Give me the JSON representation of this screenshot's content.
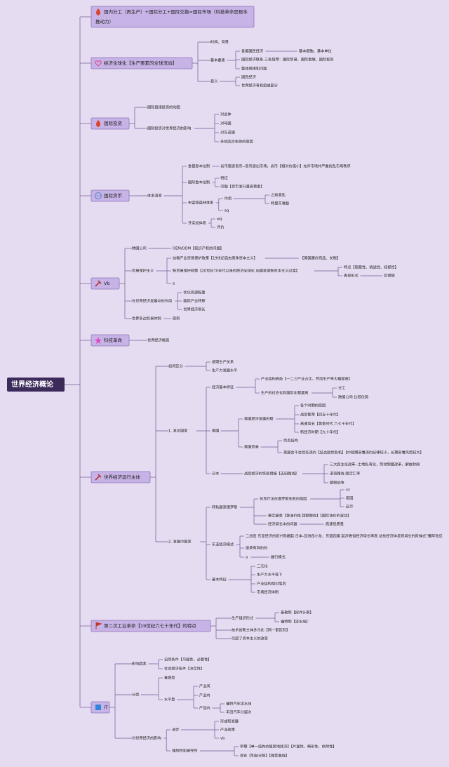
{
  "root": "世界经济概论",
  "colors": {
    "background": "#e6dcf2",
    "root": "#3b2a5a",
    "topic": "#c7b3e6",
    "line": "#6e5a90",
    "icon_fire": "#d9462f",
    "icon_heart": "#e0509a",
    "icon_flag": "#c0392b",
    "icon_world": "#6a8fd1",
    "icon_star": "#e04ac2",
    "icon_hammer": "#b23a3a",
    "icon_it": "#2e86de"
  },
  "branches": [
    {
      "label": "国内分工（再生产）+国际分工+国际交换=国际市场（科技革命是根本推动力）",
      "icon": "fire-icon",
      "children": []
    },
    {
      "label": "经济全球化【生产要素的全球流动】",
      "icon": "heart-icon",
      "children": [
        {
          "label": "时间、背景"
        },
        {
          "label": "基本要素",
          "children": [
            {
              "label": "各国国民经济",
              "children": [
                {
                  "label": "基本细胞、基本单位"
                }
              ]
            },
            {
              "label": "国际经济联系-三条纽带：国际贸易、国际金融、国际投资"
            },
            {
              "label": "整体规律和问题"
            }
          ]
        },
        {
          "label": "意义",
          "children": [
            {
              "label": "国民经济"
            },
            {
              "label": "世界经济有机组成部分"
            }
          ]
        }
      ]
    },
    {
      "label": "国际投资",
      "icon": "fire-icon",
      "children": [
        {
          "label": "国际直接投资的动因"
        },
        {
          "label": "国际投资对世界经济的影响",
          "children": [
            {
              "label": "对总体"
            },
            {
              "label": "对母国"
            },
            {
              "label": "对东道国"
            },
            {
              "label": "多哈回合失败的原因"
            }
          ]
        }
      ]
    },
    {
      "label": "国际货币",
      "icon": "world-icon",
      "children": [
        {
          "label": "体系演变",
          "children": [
            {
              "label": "金银复本位制",
              "children": [
                {
                  "label": "劣币驱逐良币--良币退出市场，劣币【相对价值小】充斥市场并严重扰乱市场秩序"
                }
              ]
            },
            {
              "label": "国际金本位制",
              "children": [
                {
                  "label": "特征"
                },
                {
                  "label": "问题【货币发行量高黄金】"
                }
              ]
            },
            {
              "label": "布雷顿森林体系",
              "children": [
                {
                  "label": "作用",
                  "children": [
                    {
                      "label": "之前混乱"
                    },
                    {
                      "label": "特里芬难题"
                    }
                  ]
                },
                {
                  "label": "aq"
                }
              ]
            },
            {
              "label": "牙买加体系",
              "children": [
                {
                  "label": "wq"
                },
                {
                  "label": "评价"
                }
              ]
            }
          ]
        }
      ]
    },
    {
      "label": "Vb",
      "icon": "hammer-icon",
      "children": [
        {
          "label": "跨国公司",
          "children": [
            {
              "label": "OEM/ODM【知识产权的问题】"
            }
          ]
        },
        {
          "label": "贸易保护主义",
          "children": [
            {
              "label": "幼稚产业贸易保护政策【19世纪自由竞争资本主义】",
              "children": [
                {
                  "label": "【美国廉价商品、关税】"
                }
              ]
            },
            {
              "label": "新贸易保护政策【20世纪70年代以来的经济全球化 向国家垄断资本主义过渡】",
              "children": [
                {
                  "label": "特点【隐蔽性、挑战性、歧视性】"
                },
                {
                  "label": "表现形式",
                  "children": [
                    {
                      "label": "反倾销"
                    }
                  ]
                }
              ]
            },
            {
              "label": "a"
            }
          ]
        },
        {
          "label": "在世界经济发展中的作用",
          "children": [
            {
              "label": "优化资源配置"
            },
            {
              "label": "国际产业转移"
            },
            {
              "label": "世界经济增长"
            }
          ]
        },
        {
          "label": "世界多边贸易体制",
          "children": [
            {
              "label": "原则"
            }
          ]
        }
      ]
    },
    {
      "label": "科技革命",
      "icon": "star-icon",
      "children": [
        {
          "label": "世界经济格局"
        }
      ]
    },
    {
      "label": "世界经济运行主体",
      "icon": "hammer-icon",
      "children": [
        {
          "label": "如何区分",
          "children": [
            {
              "label": "按照生产关系"
            },
            {
              "label": "生产力发展水平"
            }
          ]
        },
        {
          "label": "1. 发达国家",
          "children": [
            {
              "label": "经济基本特征",
              "children": [
                {
                  "label": "产业结构高级【一二三产业占比，劳动生产率大幅提高】"
                },
                {
                  "label": "生产的社会化和国际化程度高",
                  "children": [
                    {
                      "label": "分工"
                    },
                    {
                      "label": "跨国公司 比较优势"
                    }
                  ]
                }
              ]
            },
            {
              "label": "美国",
              "children": [
                {
                  "label": "美国经济发展历程",
                  "children": [
                    {
                      "label": "各个时期的原因"
                    },
                    {
                      "label": "战后繁荣【四五十年代】"
                    },
                    {
                      "label": "高速增长【黄金时代 六七十年代】"
                    },
                    {
                      "label": "新经济时期【九十年代】"
                    }
                  ]
                },
                {
                  "label": "美国债券",
                  "children": [
                    {
                      "label": "债务结构"
                    },
                    {
                      "label": "美国会不会债务违约【结合欧债危机】【中短期来看违约纪律较小，长期来看风险较大】"
                    }
                  ]
                }
              ]
            },
            {
              "label": "日本",
              "children": [
                {
                  "label": "战后经济的恢复措施【吉田路线】",
                  "children": [
                    {
                      "label": "三大民主化改革--土地私有化，劳动制度改革，解放财阀"
                    },
                    {
                      "label": "道奇路线 固定汇率"
                    },
                    {
                      "label": "朝鲜战争"
                    }
                  ]
                }
              ]
            }
          ]
        },
        {
          "label": "2. 发展中国家",
          "children": [
            {
              "label": "转轨国家俄罗斯",
              "children": [
                {
                  "label": "休克疗法在俄罗斯失败的原因",
                  "children": [
                    {
                      "label": "vz"
                    },
                    {
                      "label": "原因"
                    },
                    {
                      "label": "启示"
                    }
                  ]
                },
                {
                  "label": "稳定基金【靠油价格 超额税收】【国际油价的波动】"
                },
                {
                  "label": "经济增长中的问题",
                  "children": [
                    {
                      "label": "高速低质量"
                    }
                  ]
                }
              ]
            },
            {
              "label": "东亚经济模式",
              "children": [
                {
                  "label": "二战后 东亚经济的复兴和崛起 日本-亚洲四小龙、东盟四国 起步晚但经济增长率高 这些经济体呈现增长的阶梯式\"雁阵效应"
                },
                {
                  "label": "继承有异的的"
                },
                {
                  "label": "a",
                  "children": [
                    {
                      "label": "履行模式"
                    }
                  ]
                }
              ]
            },
            {
              "label": "基本特征",
              "children": [
                {
                  "label": "二元化"
                },
                {
                  "label": "生产力水平低下"
                },
                {
                  "label": "产业结构相对落后"
                },
                {
                  "label": "市场经济体制"
                }
              ]
            }
          ]
        }
      ]
    },
    {
      "label": "第二次工业革命【19世纪六七十年代】的特点",
      "icon": "flag-icon",
      "children": [
        {
          "label": "生产组织形式",
          "children": [
            {
              "label": "泰勒制【按件计薪】"
            },
            {
              "label": "福特制【流水线】"
            }
          ]
        },
        {
          "label": "技术创新主体多元化【同一事区别】"
        },
        {
          "label": "引起了资本主义的改变"
        }
      ]
    },
    {
      "label": "IT",
      "icon": "it-icon",
      "children": [
        {
          "label": "影响因素",
          "children": [
            {
              "label": "自然条件【可能性，必要性】"
            },
            {
              "label": "社会经济条件【决定性】"
            }
          ]
        },
        {
          "label": "分类",
          "children": [
            {
              "label": "垂直型"
            },
            {
              "label": "水平型",
              "children": [
                {
                  "label": "产业间"
                },
                {
                  "label": "产业内"
                },
                {
                  "label": "产品内",
                  "children": [
                    {
                      "label": "福特汽车流水线"
                    },
                    {
                      "label": "丰田汽车分层次"
                    }
                  ]
                }
              ]
            }
          ]
        },
        {
          "label": "对世界经济的影响",
          "children": [
            {
              "label": "进步",
              "children": [
                {
                  "label": "形成和发展"
                },
                {
                  "label": "产业政策"
                },
                {
                  "label": "vb"
                }
              ]
            },
            {
              "label": "强制性和被夺性",
              "children": [
                {
                  "label": "早期【单一结构的殖民地经济】【片面性、畸形性、依附性】"
                },
                {
                  "label": "现在【利益分配】【微笑曲线】"
                }
              ]
            }
          ]
        }
      ]
    }
  ]
}
